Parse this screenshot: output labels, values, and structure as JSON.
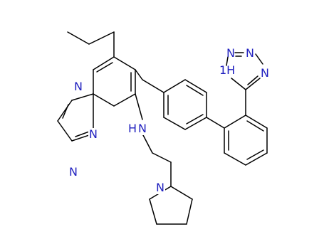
{
  "colors": {
    "bond": "#000000",
    "heteroatom": "#1f1fbf",
    "background": "#ffffff"
  },
  "atoms": {
    "n_pyrimidine": "N",
    "n_bridgehead": "N",
    "n_pyrazole": "N",
    "n_amine": "N",
    "h_amine": "H",
    "n_pyrrolidine": "N",
    "n_tz_top_left": "N",
    "n_tz_top_right": "N",
    "n_tz_right": "N",
    "nh_tz": "1H"
  }
}
